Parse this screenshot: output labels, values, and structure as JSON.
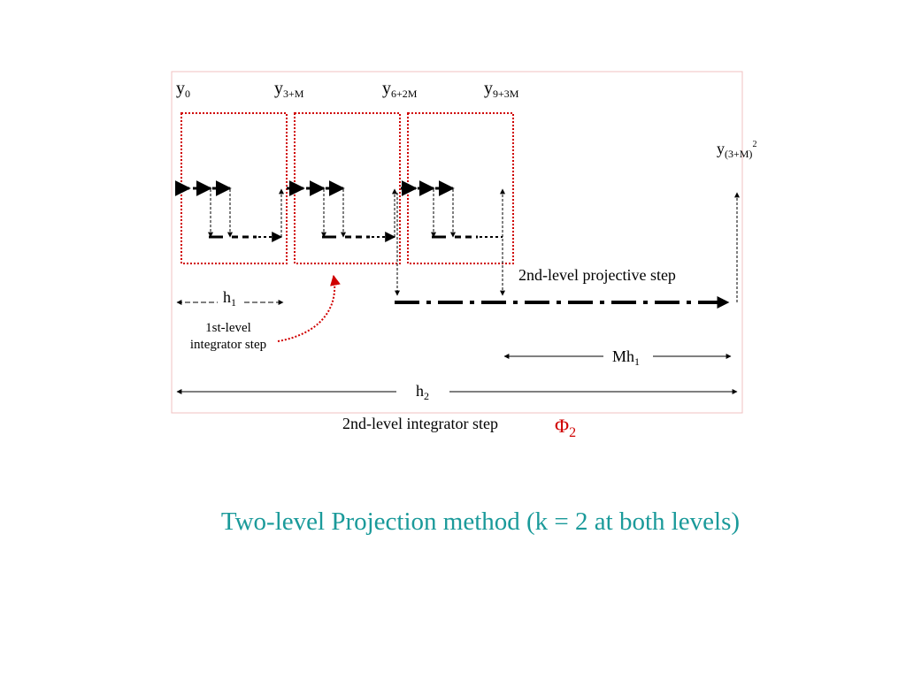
{
  "labels": {
    "y0": {
      "base": "y",
      "sub": "0"
    },
    "y3m": {
      "base": "y",
      "sub": "3+M"
    },
    "y6m": {
      "base": "y",
      "sub": "6+2M"
    },
    "y9m": {
      "base": "y",
      "sub": "9+3M"
    },
    "ytop": {
      "base": "y",
      "sub": "(3+M)",
      "sup": "2"
    },
    "h1": {
      "base": "h",
      "sub": "1"
    },
    "h2": {
      "base": "h",
      "sub": "2"
    },
    "mh1": {
      "base": "Mh",
      "sub": "1"
    },
    "phi2": {
      "base": "Φ",
      "sub": "2"
    },
    "first_level_line1": "1st-level",
    "first_level_line2": "integrator step",
    "second_proj": "2nd-level projective step",
    "second_integ": "2nd-level integrator step"
  },
  "caption": "Two-level Projection method (k = 2 at both levels)",
  "colors": {
    "box_border": "#d00000",
    "caption": "#1a9a9a",
    "phi": "#d00000"
  }
}
